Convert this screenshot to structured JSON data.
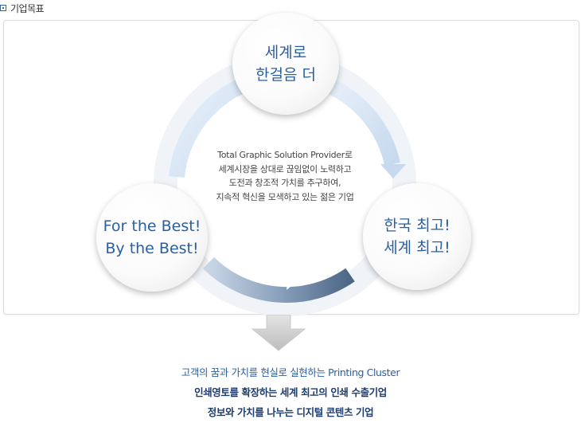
{
  "header": {
    "title": "기업목표"
  },
  "diagram": {
    "top_circle": "세계로\n한걸음 더",
    "left_circle": "For the Best!\nBy the Best!",
    "right_circle": "한국 최고!\n세계 최고!",
    "center_text": "Total Graphic Solution Provider로\n세계시장을 상대로 끊임없이 노력하고\n도전과 창조적 가치를 추구하여,\n지속적 혁신을 모색하고 있는 젊은 기업",
    "colors": {
      "accent": "#2a5fa0",
      "ring_light": "#dce9f7",
      "ring_dark": "#5a7394"
    }
  },
  "bottom": {
    "line1": "고객의 꿈과 가치를 현실로 실현하는 Printing Cluster",
    "line2": "인쇄영토를 확장하는 세계 최고의 인쇄 수출기업",
    "line3": "정보와 가치를 나누는 디지털 콘텐츠 기업"
  }
}
